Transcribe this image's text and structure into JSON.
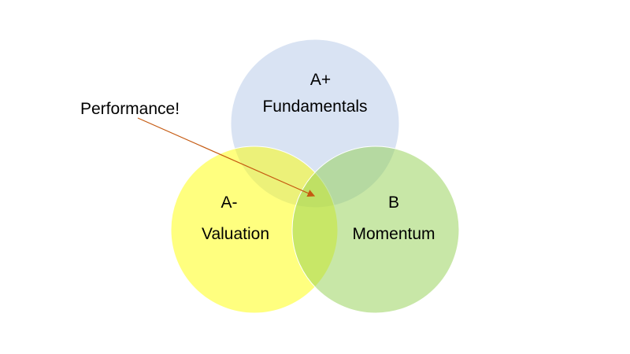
{
  "sets": [
    {
      "grade": "A+",
      "name": "Fundamentals",
      "color": "#b4c7e7"
    },
    {
      "grade": "A-",
      "name": "Valuation",
      "color": "#ffff00"
    },
    {
      "grade": "B",
      "name": "Momentum",
      "color": "#92d050"
    }
  ],
  "callout": {
    "text": "Performance!",
    "arrow_color": "#c55a11"
  }
}
